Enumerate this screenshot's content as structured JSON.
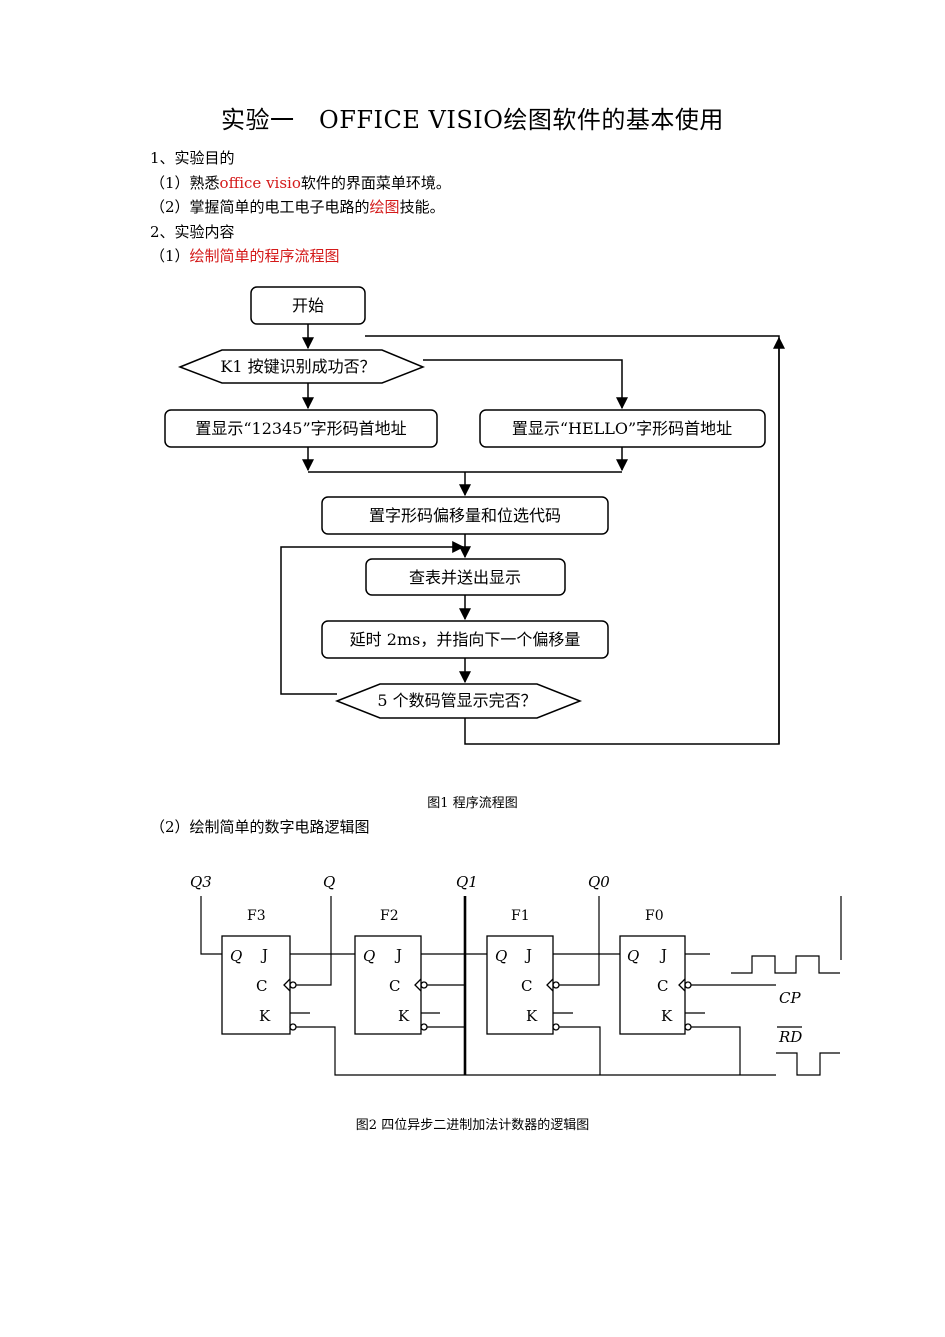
{
  "doc": {
    "title": "实验一　OFFICE VISIO绘图软件的基本使用",
    "s1_heading": "1、实验目的",
    "item1_pre": "（1）熟悉",
    "item1_red": "office visio",
    "item1_post": "软件的界面菜单环境。",
    "item2_pre": "（2）掌握简单的电工电子电路的",
    "item2_red": "绘图",
    "item2_post": "技能。",
    "s2_heading": "2、实验内容",
    "sub1_pre": "（1）",
    "sub1_red": "绘制简单的程序流程图",
    "sub2": "（2）绘制简单的数字电路逻辑图",
    "fig1_caption": "图1 程序流程图",
    "fig2_caption": "图2 四位异步二进制加法计数器的逻辑图"
  },
  "flowchart": {
    "start": "开始",
    "decision1": "K1 按键识别成功否？",
    "left_box": "置显示“12345”字形码首地址",
    "right_box": "置显示“HELLO”字形码首地址",
    "offset_box": "置字形码偏移量和位选代码",
    "lookup_box": "查表并送出显示",
    "delay_box": "延时 2ms，并指向下一个偏移量",
    "decision2": "5 个数码管显示完否？"
  },
  "circuit": {
    "outputs": [
      "Q3",
      "Q",
      "Q1",
      "Q0"
    ],
    "flipflops": [
      "F3",
      "F2",
      "F1",
      "F0"
    ],
    "pin_q": "Q",
    "pin_j": "J",
    "pin_c": "C",
    "pin_k": "K",
    "cp_label": "CP",
    "rd_label": "RD"
  }
}
